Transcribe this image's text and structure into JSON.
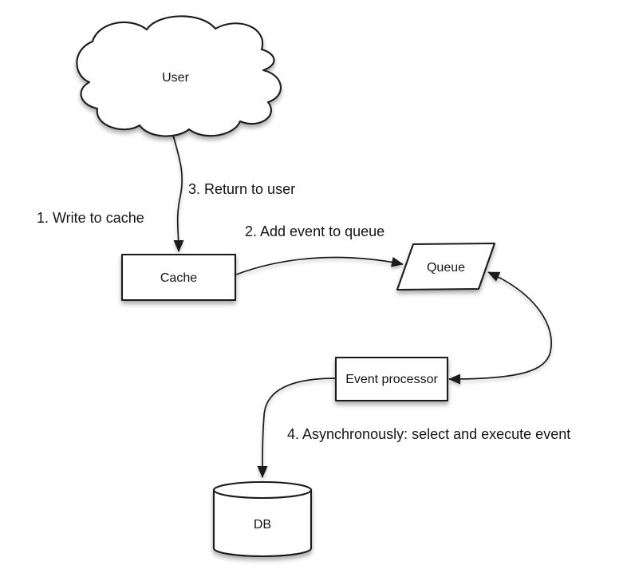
{
  "diagram": {
    "colors": {
      "ink": "#1b1b1b",
      "shape_fill": "#ffffff",
      "background": "#ffffff",
      "label_text": "#141414"
    },
    "nodes": {
      "user": {
        "label": "User",
        "shape": "cloud"
      },
      "cache": {
        "label": "Cache",
        "shape": "rectangle"
      },
      "queue": {
        "label": "Queue",
        "shape": "parallelogram"
      },
      "event_processor": {
        "label": "Event processor",
        "shape": "rectangle"
      },
      "db": {
        "label": "DB",
        "shape": "cylinder"
      }
    },
    "connectors": [
      {
        "id": "user-cache",
        "from": "user",
        "to": "cache",
        "arrowheads": "to-cache",
        "labels": [
          "1. Write to cache",
          "3. Return to user"
        ]
      },
      {
        "id": "cache-queue",
        "from": "cache",
        "to": "queue",
        "arrowheads": "to-queue",
        "labels": [
          "2. Add event to queue"
        ]
      },
      {
        "id": "queue-event-processor",
        "from": "queue",
        "to": "event_processor",
        "arrowheads": "both",
        "labels": []
      },
      {
        "id": "event-processor-db",
        "from": "event_processor",
        "to": "db",
        "arrowheads": "to-db",
        "labels": [
          "4. Asynchronously: select and execute event"
        ]
      }
    ]
  }
}
